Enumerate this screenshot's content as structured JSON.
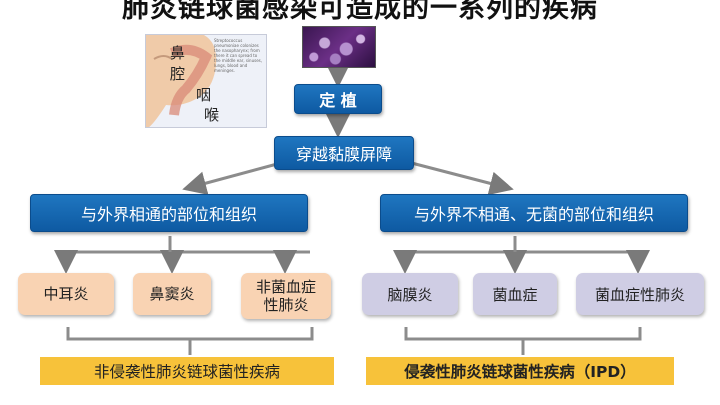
{
  "title": "肺炎链球菌感染可造成的一系列的疾病",
  "anatomy": {
    "labels": [
      "鼻",
      "腔",
      "咽",
      "喉"
    ],
    "note": "Streptococcus pneumoniae colonizes the nasopharynx; from there it can spread to the middle ear, sinuses, lungs, blood and meninges."
  },
  "nodes": {
    "colonize": "定 植",
    "cross": "穿越黏膜屏障",
    "open": "与外界相通的部位和组织",
    "closed": "与外界不相通、无菌的部位和组织"
  },
  "diseases_noninvasive": [
    "中耳炎",
    "鼻窦炎",
    "非菌血症性肺炎"
  ],
  "diseases_invasive": [
    "脑膜炎",
    "菌血症",
    "菌血症性肺炎"
  ],
  "banners": {
    "noninvasive": "非侵袭性肺炎链球菌性疾病",
    "invasive": "侵袭性肺炎链球菌性疾病（IPD）"
  },
  "colors": {
    "blue": "#1565b0",
    "peach": "#f9d3b3",
    "lavender": "#cfcde4",
    "banner": "#f7c23a",
    "connector": "#8c8c8c"
  }
}
